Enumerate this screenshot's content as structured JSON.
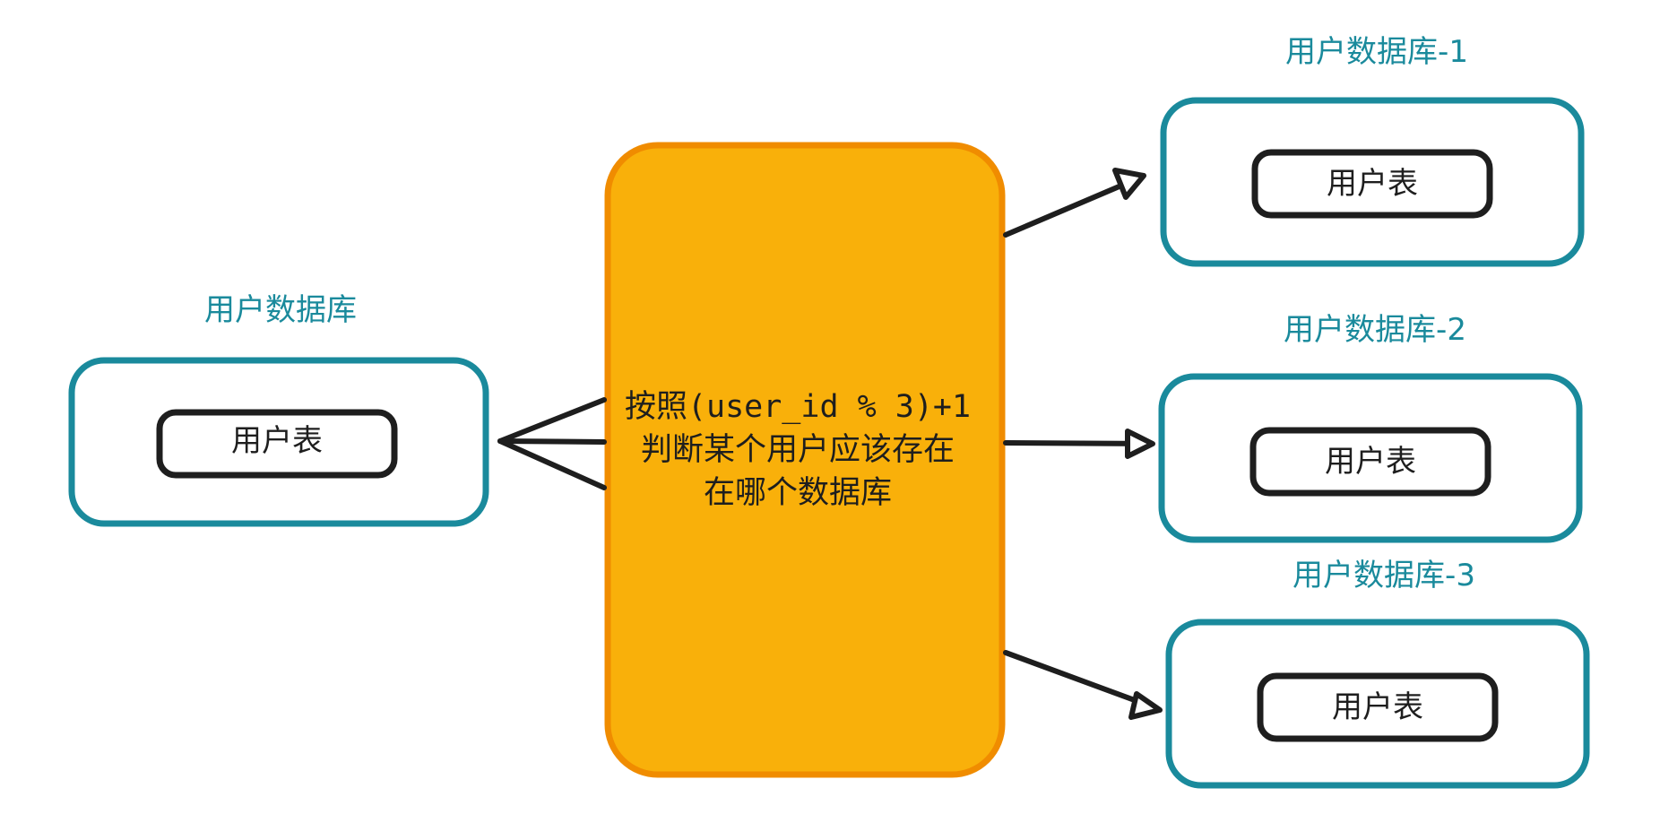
{
  "source_db": {
    "title": "用户数据库",
    "table_label": "用户表"
  },
  "router": {
    "lines": [
      "按照(user_id % 3)+1",
      "判断某个用户应该存在",
      "在哪个数据库"
    ]
  },
  "target_dbs": [
    {
      "title": "用户数据库-1",
      "table_label": "用户表"
    },
    {
      "title": "用户数据库-2",
      "table_label": "用户表"
    },
    {
      "title": "用户数据库-3",
      "table_label": "用户表"
    }
  ],
  "colors": {
    "db_border": "#1a8a9c",
    "db_title": "#1a8a9c",
    "router_fill": "#f9b00a",
    "router_border": "#f08c00",
    "stroke": "#1e1e1e"
  }
}
